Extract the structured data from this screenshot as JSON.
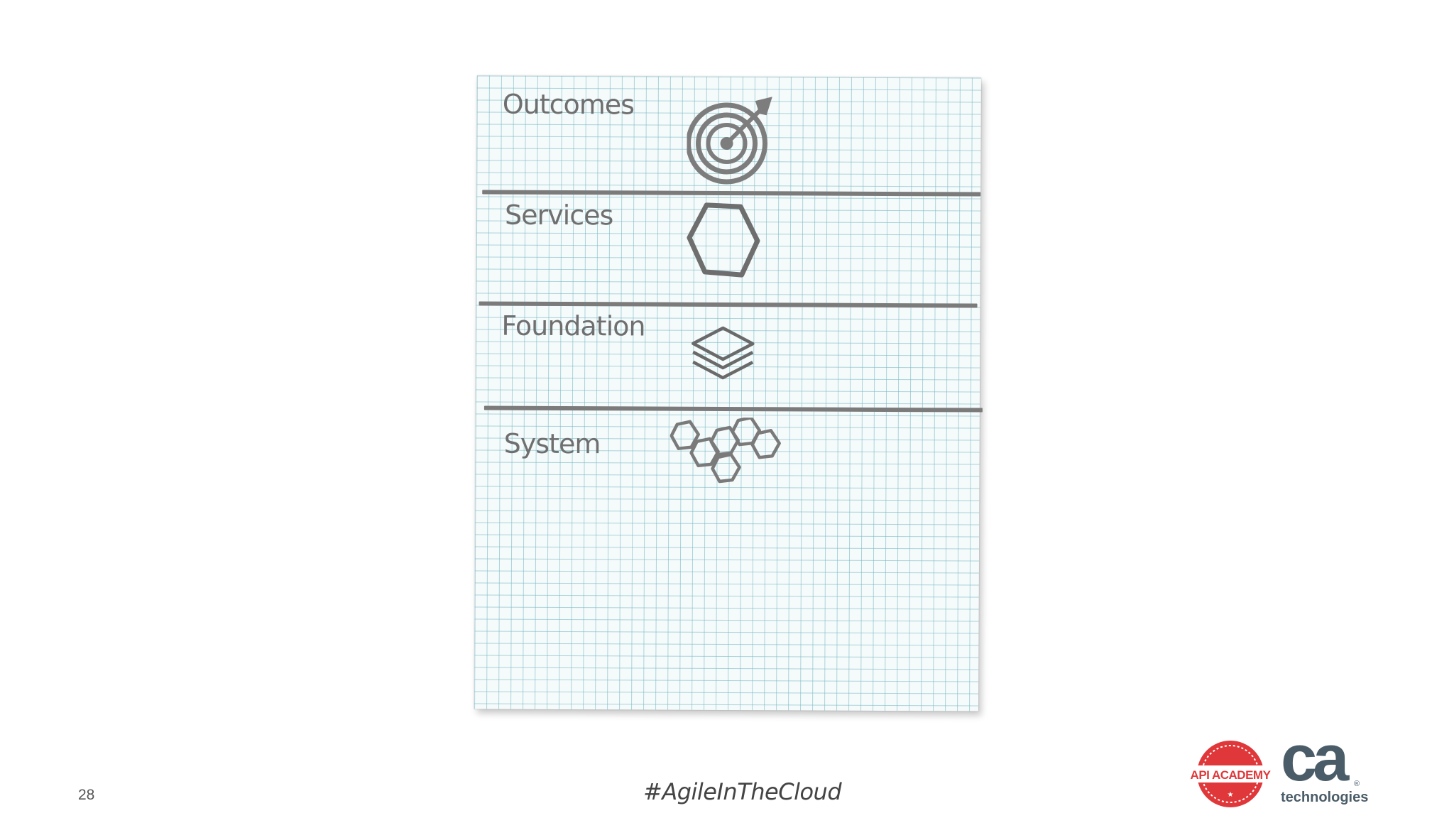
{
  "sections": [
    {
      "label": "Outcomes",
      "icon": "target-icon"
    },
    {
      "label": "Services",
      "icon": "hexagon-icon"
    },
    {
      "label": "Foundation",
      "icon": "layers-icon"
    },
    {
      "label": "System",
      "icon": "hexagon-cluster-icon"
    }
  ],
  "footer": {
    "page_number": "28",
    "hashtag": "#AgileInTheCloud"
  },
  "logos": {
    "api_academy": {
      "text": "API ACADEMY",
      "color": "#e0383a"
    },
    "ca": {
      "letters": "ca",
      "registered": "®",
      "subtitle": "technologies",
      "color": "#4a5c68"
    }
  },
  "colors": {
    "grid": "#6eb4be",
    "rule": "#7b7b7b",
    "label": "#6f6f6f"
  }
}
